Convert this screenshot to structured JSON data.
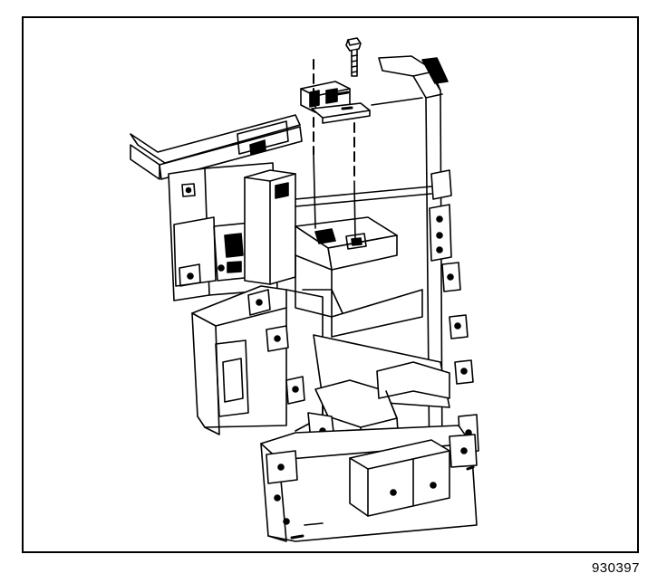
{
  "figure": {
    "id_label": "930397",
    "line_color": "#000000",
    "background": "#ffffff"
  },
  "parts": {
    "mounting_bracket": "instrument-panel-bracket",
    "fastener": "bolt",
    "component": "relay-module-with-bracket"
  }
}
